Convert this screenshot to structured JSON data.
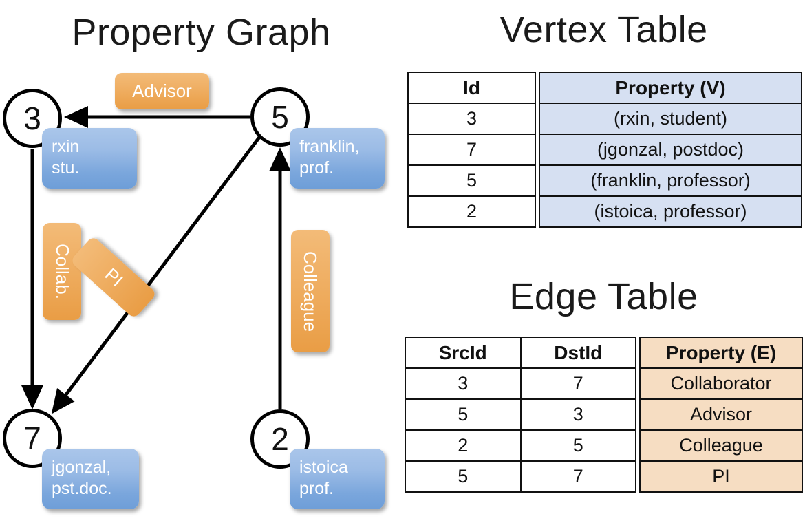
{
  "titles": {
    "property_graph": "Property Graph",
    "vertex_table": "Vertex Table",
    "edge_table": "Edge Table"
  },
  "graph": {
    "nodes": [
      {
        "id": "3",
        "label": "3",
        "property_line1": "rxin",
        "property_line2": "stu."
      },
      {
        "id": "5",
        "label": "5",
        "property_line1": "franklin,",
        "property_line2": "prof."
      },
      {
        "id": "7",
        "label": "7",
        "property_line1": "jgonzal,",
        "property_line2": "pst.doc."
      },
      {
        "id": "2",
        "label": "2",
        "property_line1": "istoica",
        "property_line2": "prof."
      }
    ],
    "edge_labels": [
      {
        "name": "advisor",
        "text": "Advisor"
      },
      {
        "name": "collab",
        "text": "Collab."
      },
      {
        "name": "pi",
        "text": "PI"
      },
      {
        "name": "colleague",
        "text": "Colleague"
      }
    ]
  },
  "vertex_table": {
    "headers": [
      "Id",
      "Property (V)"
    ],
    "rows": [
      {
        "id": "3",
        "property": "(rxin, student)"
      },
      {
        "id": "7",
        "property": "(jgonzal, postdoc)"
      },
      {
        "id": "5",
        "property": "(franklin, professor)"
      },
      {
        "id": "2",
        "property": "(istoica, professor)"
      }
    ]
  },
  "edge_table": {
    "headers": [
      "SrcId",
      "DstId",
      "Property (E)"
    ],
    "rows": [
      {
        "src": "3",
        "dst": "7",
        "property": "Collaborator"
      },
      {
        "src": "5",
        "dst": "3",
        "property": "Advisor"
      },
      {
        "src": "2",
        "dst": "5",
        "property": "Colleague"
      },
      {
        "src": "5",
        "dst": "7",
        "property": "PI"
      }
    ]
  },
  "colors": {
    "vertex_property_fill": "#d6e0f2",
    "edge_property_fill": "#f6ddc2",
    "node_property_box": "#7aa6dc",
    "edge_label_box": "#efae62",
    "stroke": "#111111",
    "background": "#ffffff"
  }
}
